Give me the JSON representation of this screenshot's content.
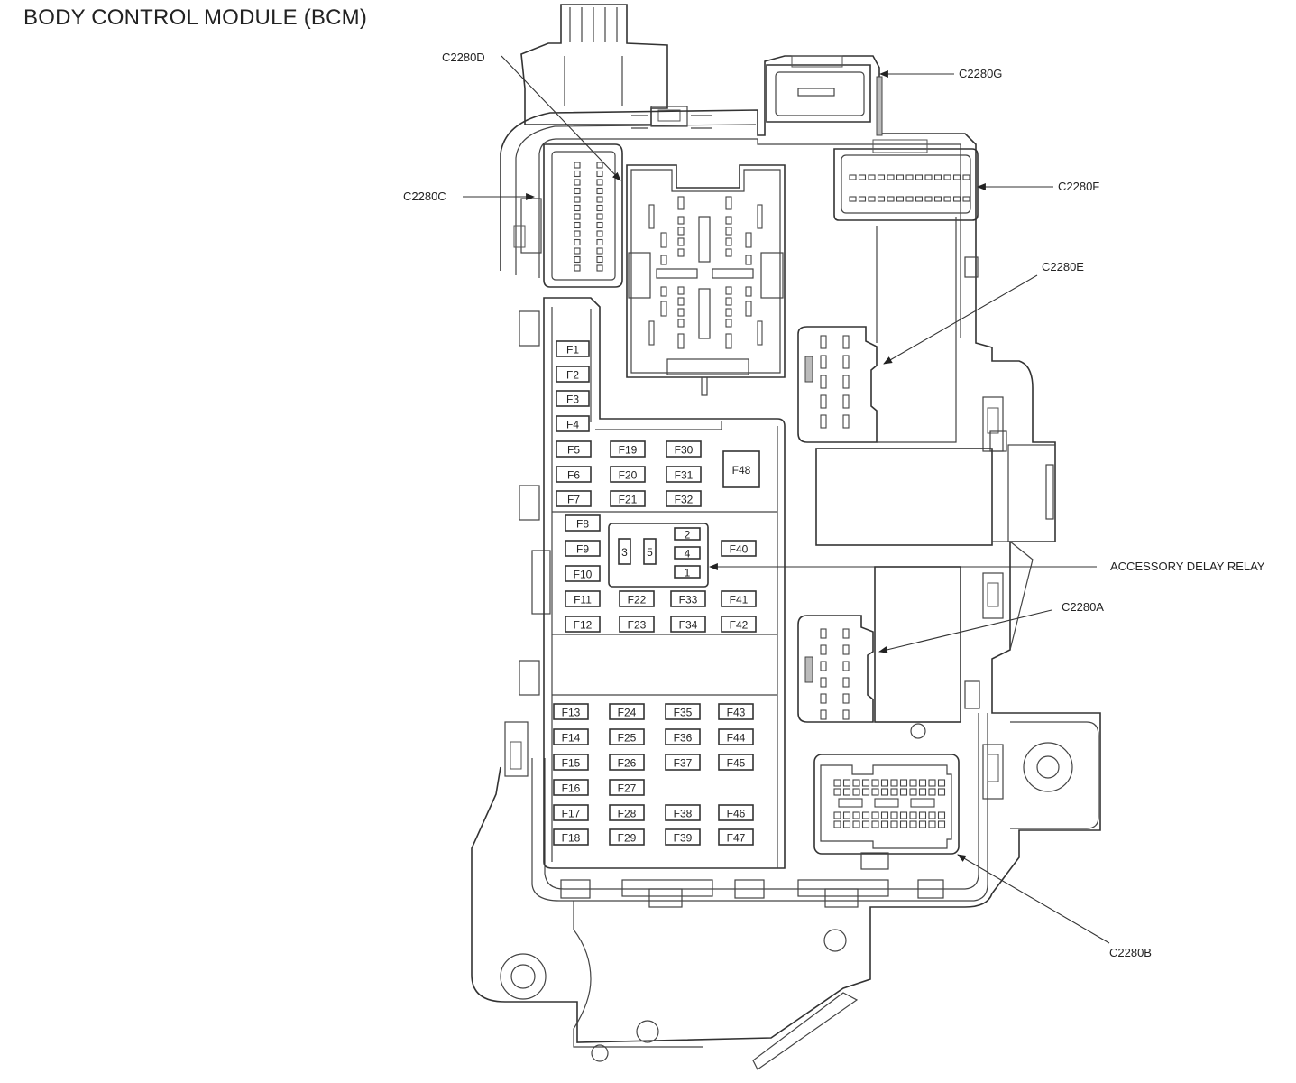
{
  "title": "BODY CONTROL MODULE (BCM)",
  "fuses": [
    {
      "id": "F1",
      "col": 0,
      "row": 0
    },
    {
      "id": "F2",
      "col": 0,
      "row": 1
    },
    {
      "id": "F3",
      "col": 0,
      "row": 2
    },
    {
      "id": "F4",
      "col": 0,
      "row": 3
    },
    {
      "id": "F5",
      "col": 0,
      "row": 4
    },
    {
      "id": "F6",
      "col": 0,
      "row": 5
    },
    {
      "id": "F7",
      "col": 0,
      "row": 6
    },
    {
      "id": "F8",
      "col": "m0",
      "row": 7
    },
    {
      "id": "F9",
      "col": "m0",
      "row": 8
    },
    {
      "id": "F10",
      "col": "m0",
      "row": 9
    },
    {
      "id": "F11",
      "col": "m0",
      "row": 10
    },
    {
      "id": "F12",
      "col": "m0",
      "row": 11
    },
    {
      "id": "F13",
      "col": "b0",
      "row": 12
    },
    {
      "id": "F14",
      "col": "b0",
      "row": 13
    },
    {
      "id": "F15",
      "col": "b0",
      "row": 14
    },
    {
      "id": "F16",
      "col": "b0",
      "row": 15
    },
    {
      "id": "F17",
      "col": "b0",
      "row": 16
    },
    {
      "id": "F18",
      "col": "b0",
      "row": 17
    },
    {
      "id": "F19",
      "col": 1,
      "row": 4
    },
    {
      "id": "F20",
      "col": 1,
      "row": 5
    },
    {
      "id": "F21",
      "col": 1,
      "row": 6
    },
    {
      "id": "F22",
      "col": "m1",
      "row": 10
    },
    {
      "id": "F23",
      "col": "m1",
      "row": 11
    },
    {
      "id": "F24",
      "col": "b1",
      "row": 12
    },
    {
      "id": "F25",
      "col": "b1",
      "row": 13
    },
    {
      "id": "F26",
      "col": "b1",
      "row": 14
    },
    {
      "id": "F27",
      "col": "b1",
      "row": 15
    },
    {
      "id": "F28",
      "col": "b1",
      "row": 16
    },
    {
      "id": "F29",
      "col": "b1",
      "row": 17
    },
    {
      "id": "F30",
      "col": 2,
      "row": 4
    },
    {
      "id": "F31",
      "col": 2,
      "row": 5
    },
    {
      "id": "F32",
      "col": 2,
      "row": 6
    },
    {
      "id": "F33",
      "col": "m2",
      "row": 10
    },
    {
      "id": "F34",
      "col": "m2",
      "row": 11
    },
    {
      "id": "F35",
      "col": "b2",
      "row": 12
    },
    {
      "id": "F36",
      "col": "b2",
      "row": 13
    },
    {
      "id": "F37",
      "col": "b2",
      "row": 14
    },
    {
      "id": "F38",
      "col": "b2",
      "row": 16
    },
    {
      "id": "F39",
      "col": "b2",
      "row": 17
    },
    {
      "id": "F40",
      "col": "m3",
      "row": 8
    },
    {
      "id": "F41",
      "col": "m3",
      "row": 10
    },
    {
      "id": "F42",
      "col": "m3",
      "row": 11
    },
    {
      "id": "F43",
      "col": "b3",
      "row": 12
    },
    {
      "id": "F44",
      "col": "b3",
      "row": 13
    },
    {
      "id": "F45",
      "col": "b3",
      "row": 14
    },
    {
      "id": "F46",
      "col": "b3",
      "row": 16
    },
    {
      "id": "F47",
      "col": "b3",
      "row": 17
    },
    {
      "id": "F48",
      "col": "big",
      "row": 5
    }
  ],
  "relay_pins": [
    "3",
    "5",
    "2",
    "4",
    "1"
  ],
  "callouts": [
    {
      "id": "c2280d",
      "label": "C2280D"
    },
    {
      "id": "c2280g",
      "label": "C2280G"
    },
    {
      "id": "c2280c",
      "label": "C2280C"
    },
    {
      "id": "c2280f",
      "label": "C2280F"
    },
    {
      "id": "c2280e",
      "label": "C2280E"
    },
    {
      "id": "accessory-delay-relay",
      "label": "ACCESSORY DELAY RELAY"
    },
    {
      "id": "c2280a",
      "label": "C2280A"
    },
    {
      "id": "c2280b",
      "label": "C2280B"
    }
  ]
}
